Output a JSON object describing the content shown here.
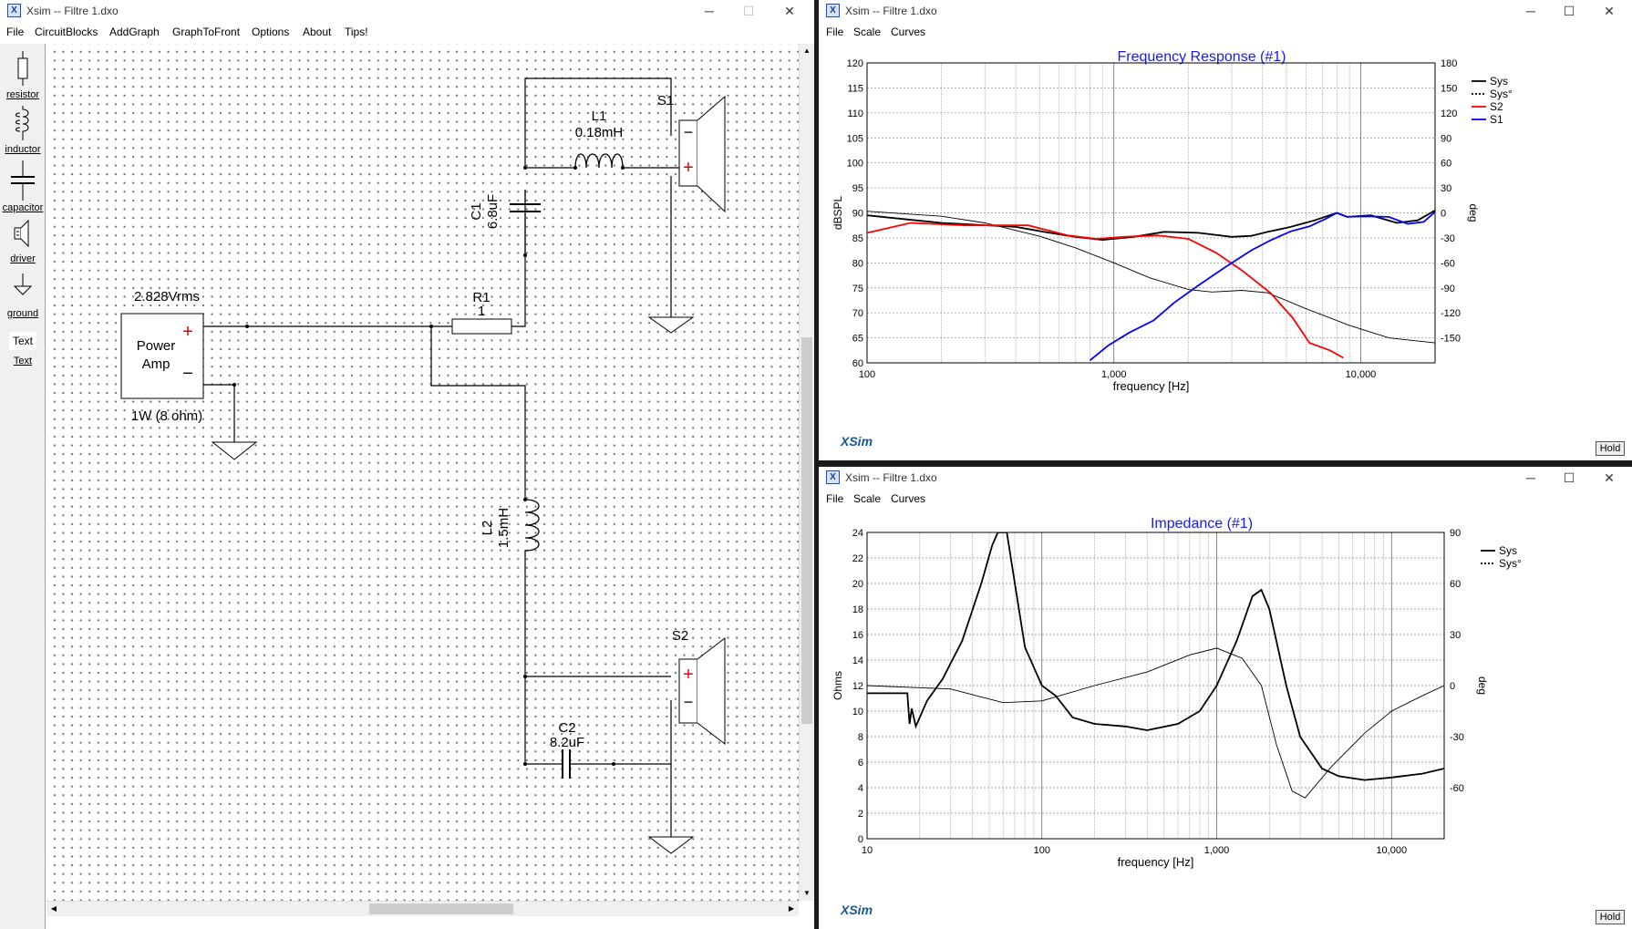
{
  "schematic_window": {
    "title": "Xsim -- Filtre 1.dxo",
    "controls": {
      "minimize": "─",
      "maximize": "☐",
      "close": "✕"
    },
    "menu": [
      "File",
      "CircuitBlocks",
      "AddGraph",
      "GraphToFront",
      "Options",
      "About",
      "Tips!"
    ],
    "tools": [
      {
        "label": "resistor",
        "icon": "resistor-icon"
      },
      {
        "label": "inductor",
        "icon": "inductor-icon"
      },
      {
        "label": "capacitor",
        "icon": "capacitor-icon"
      },
      {
        "label": "driver",
        "icon": "driver-icon"
      },
      {
        "label": "ground",
        "icon": "ground-icon"
      },
      {
        "label": "Text",
        "icon": "text-box-icon",
        "preview": "Text"
      }
    ],
    "circuit": {
      "amp_voltage": "2.828Vrms",
      "amp_name_line1": "Power",
      "amp_name_line2": "Amp",
      "amp_rating": "1W (8 ohm)",
      "plus": "+",
      "minus": "−",
      "l1_name": "L1",
      "l1_value": "0.18mH",
      "c1_name": "C1",
      "c1_value": "6.8uF",
      "r1_name": "R1",
      "r1_value": "1",
      "l2_name": "L2",
      "l2_value": "1.5mH",
      "c2_name": "C2",
      "c2_value": "8.2uF",
      "s1_name": "S1",
      "s2_name": "S2"
    }
  },
  "fr_window": {
    "title": "Xsim -- Filtre 1.dxo",
    "controls": {
      "minimize": "─",
      "maximize": "☐",
      "close": "✕"
    },
    "menu": [
      "File",
      "Scale",
      "Curves"
    ],
    "logo": "XSim",
    "hold": "Hold"
  },
  "imp_window": {
    "title": "Xsim -- Filtre 1.dxo",
    "controls": {
      "minimize": "─",
      "maximize": "☐",
      "close": "✕"
    },
    "menu": [
      "File",
      "Scale",
      "Curves"
    ],
    "logo": "XSim",
    "hold": "Hold"
  },
  "chart_data": [
    {
      "type": "line",
      "title": "Frequency Response (#1)",
      "xlabel": "frequency [Hz]",
      "ylabel": "dBSPL",
      "y2label": "deg",
      "x_scale": "log",
      "xlim": [
        100,
        20000
      ],
      "ylim": [
        60,
        120
      ],
      "y2lim": [
        -180,
        180
      ],
      "x_tick_labels": [
        "100",
        "1,000",
        "10,000"
      ],
      "y_ticks": [
        "120",
        "115",
        "110",
        "105",
        "100",
        "95",
        "90",
        "85",
        "80",
        "75",
        "70",
        "65",
        "60"
      ],
      "y2_ticks": [
        "180",
        "150",
        "120",
        "90",
        "60",
        "30",
        "0",
        "-30",
        "-60",
        "-90",
        "-120",
        "-150"
      ],
      "grid": true,
      "legend_position": "right",
      "series": [
        {
          "name": "Sys",
          "color": "#000000",
          "axis": "left",
          "style": "bold",
          "points": [
            [
              100,
              89.5
            ],
            [
              200,
              88
            ],
            [
              400,
              87.2
            ],
            [
              550,
              86
            ],
            [
              700,
              85.2
            ],
            [
              900,
              84.6
            ],
            [
              1200,
              85.2
            ],
            [
              1600,
              86.2
            ],
            [
              2200,
              86
            ],
            [
              3000,
              85.2
            ],
            [
              3600,
              85.4
            ],
            [
              4200,
              86.2
            ],
            [
              5200,
              87.2
            ],
            [
              6500,
              88.5
            ],
            [
              8000,
              90
            ],
            [
              8800,
              89.2
            ],
            [
              11000,
              89.5
            ],
            [
              14000,
              88
            ],
            [
              17000,
              88.5
            ],
            [
              20000,
              90.5
            ]
          ]
        },
        {
          "name": "Sys°",
          "color": "#000000",
          "axis": "right",
          "style": "dashed",
          "points": [
            [
              100,
              2
            ],
            [
              200,
              -4
            ],
            [
              300,
              -12
            ],
            [
              500,
              -28
            ],
            [
              700,
              -42
            ],
            [
              1000,
              -60
            ],
            [
              1400,
              -78
            ],
            [
              2000,
              -92
            ],
            [
              2500,
              -95
            ],
            [
              3300,
              -93
            ],
            [
              4200,
              -96
            ],
            [
              6000,
              -115
            ],
            [
              9000,
              -135
            ],
            [
              13000,
              -150
            ],
            [
              20000,
              -156
            ]
          ]
        },
        {
          "name": "S2",
          "color": "#ff0000",
          "axis": "left",
          "style": "solid",
          "points": [
            [
              100,
              86
            ],
            [
              150,
              88
            ],
            [
              250,
              87.5
            ],
            [
              450,
              87.5
            ],
            [
              650,
              85.5
            ],
            [
              850,
              84.8
            ],
            [
              1100,
              85.2
            ],
            [
              1500,
              85.5
            ],
            [
              2000,
              84.8
            ],
            [
              2600,
              82
            ],
            [
              3300,
              78.5
            ],
            [
              4300,
              74
            ],
            [
              5300,
              69
            ],
            [
              6200,
              64
            ],
            [
              7500,
              62.5
            ],
            [
              8500,
              61
            ]
          ]
        },
        {
          "name": "S1",
          "color": "#0000ff",
          "axis": "left",
          "style": "solid",
          "points": [
            [
              800,
              60.5
            ],
            [
              950,
              63.5
            ],
            [
              1150,
              66
            ],
            [
              1450,
              68.5
            ],
            [
              1750,
              72
            ],
            [
              2200,
              75.5
            ],
            [
              2800,
              79
            ],
            [
              3600,
              82.5
            ],
            [
              4300,
              84.5
            ],
            [
              5200,
              86.3
            ],
            [
              6200,
              87.3
            ],
            [
              7200,
              88.8
            ],
            [
              8000,
              90
            ],
            [
              8800,
              89.2
            ],
            [
              10500,
              89.3
            ],
            [
              13000,
              89.2
            ],
            [
              15500,
              87.8
            ],
            [
              18000,
              88.2
            ],
            [
              20000,
              90.2
            ]
          ]
        }
      ]
    },
    {
      "type": "line",
      "title": "Impedance (#1)",
      "xlabel": "frequency [Hz]",
      "ylabel": "Ohms",
      "y2label": "deg",
      "x_scale": "log",
      "xlim": [
        10,
        20000
      ],
      "ylim": [
        0,
        24
      ],
      "y2lim": [
        -90,
        90
      ],
      "x_tick_labels": [
        "10",
        "100",
        "1,000",
        "10,000"
      ],
      "y_ticks": [
        "24",
        "22",
        "20",
        "18",
        "16",
        "14",
        "12",
        "10",
        "8",
        "6",
        "4",
        "2",
        "0"
      ],
      "y2_ticks": [
        "90",
        "60",
        "30",
        "0",
        "-30",
        "-60"
      ],
      "grid": true,
      "legend_position": "right",
      "series": [
        {
          "name": "Sys",
          "color": "#000000",
          "axis": "left",
          "style": "bold",
          "points": [
            [
              10,
              11.4
            ],
            [
              17,
              11.4
            ],
            [
              17.5,
              9
            ],
            [
              18,
              10.2
            ],
            [
              19,
              8.8
            ],
            [
              22,
              10.8
            ],
            [
              27,
              12.5
            ],
            [
              35,
              15.5
            ],
            [
              45,
              20
            ],
            [
              52,
              23
            ],
            [
              56,
              24
            ],
            [
              63,
              24
            ],
            [
              70,
              20
            ],
            [
              80,
              15
            ],
            [
              100,
              12
            ],
            [
              120,
              11.2
            ],
            [
              150,
              9.5
            ],
            [
              200,
              9
            ],
            [
              300,
              8.8
            ],
            [
              400,
              8.5
            ],
            [
              600,
              9
            ],
            [
              800,
              10
            ],
            [
              1000,
              12
            ],
            [
              1300,
              15.5
            ],
            [
              1600,
              19
            ],
            [
              1800,
              19.5
            ],
            [
              2000,
              18
            ],
            [
              2500,
              12
            ],
            [
              3000,
              8
            ],
            [
              4000,
              5.5
            ],
            [
              5000,
              4.9
            ],
            [
              7000,
              4.6
            ],
            [
              10000,
              4.8
            ],
            [
              15000,
              5.1
            ],
            [
              20000,
              5.5
            ]
          ]
        },
        {
          "name": "Sys°",
          "color": "#000000",
          "axis": "right",
          "style": "dashed",
          "points": [
            [
              10,
              0
            ],
            [
              30,
              -2
            ],
            [
              60,
              -10
            ],
            [
              100,
              -9
            ],
            [
              200,
              0
            ],
            [
              400,
              8
            ],
            [
              700,
              18
            ],
            [
              1000,
              22
            ],
            [
              1400,
              16
            ],
            [
              1800,
              0
            ],
            [
              2200,
              -35
            ],
            [
              2700,
              -62
            ],
            [
              3200,
              -66
            ],
            [
              4500,
              -48
            ],
            [
              7000,
              -28
            ],
            [
              10000,
              -15
            ],
            [
              15000,
              -6
            ],
            [
              20000,
              0
            ]
          ]
        }
      ]
    }
  ]
}
